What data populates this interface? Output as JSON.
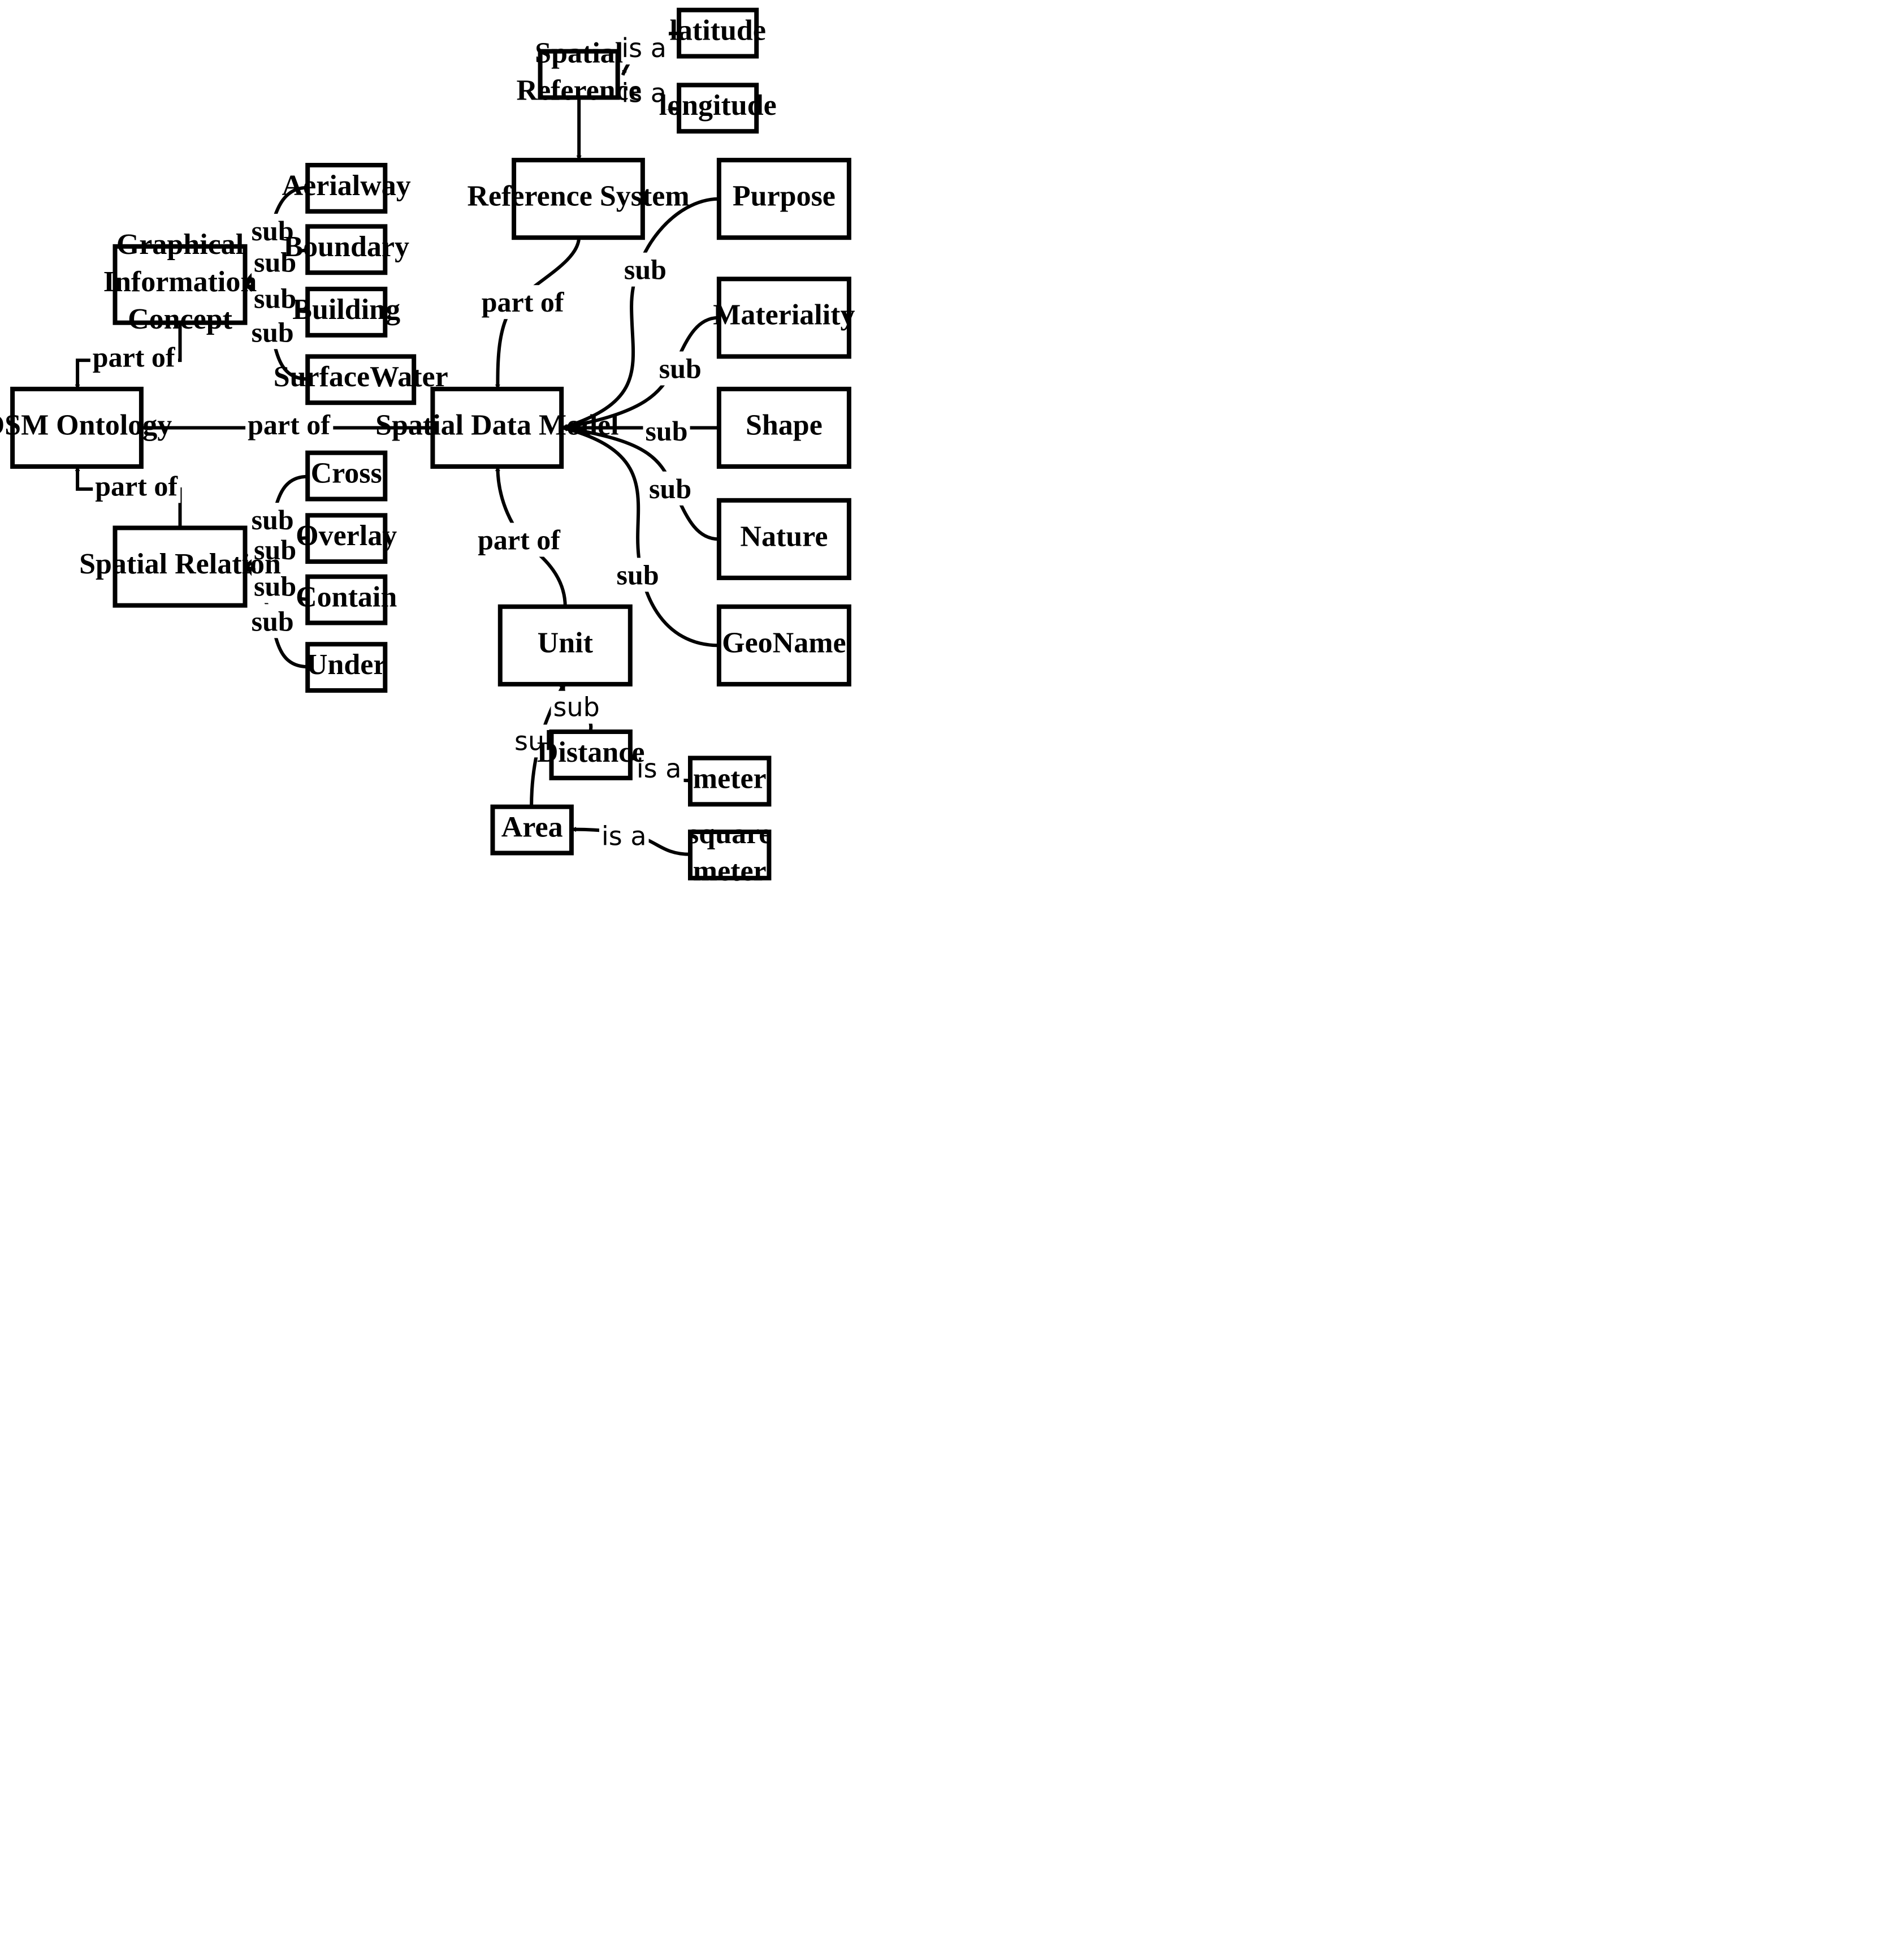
{
  "nodes": {
    "latitude": [
      "latitude"
    ],
    "spatial_reference": [
      "Spatial",
      "Reference"
    ],
    "longitude": [
      "longitude"
    ],
    "reference_system": [
      "Reference System"
    ],
    "purpose": [
      "Purpose"
    ],
    "aerialway": [
      "Aerialway"
    ],
    "boundary": [
      "Boundary"
    ],
    "building": [
      "Building"
    ],
    "surface_water": [
      "SurfaceWater"
    ],
    "graphical_information_concept": [
      "Graphical",
      "Information",
      "Concept"
    ],
    "materiality": [
      "Materiality"
    ],
    "osm_ontology": [
      "OSM Ontology"
    ],
    "spatial_data_model": [
      "Spatial Data Model"
    ],
    "shape": [
      "Shape"
    ],
    "cross": [
      "Cross"
    ],
    "overlay": [
      "Overlay"
    ],
    "contain": [
      "Contain"
    ],
    "under": [
      "Under"
    ],
    "spatial_relation": [
      "Spatial Relation"
    ],
    "nature": [
      "Nature"
    ],
    "unit": [
      "Unit"
    ],
    "geoname": [
      "GeoName"
    ],
    "distance": [
      "Distance"
    ],
    "meter": [
      "meter"
    ],
    "area": [
      "Area"
    ],
    "square_meter": [
      "square",
      "meter"
    ]
  },
  "edges": [
    {
      "from": "latitude",
      "to": "spatial_reference",
      "label": "is a"
    },
    {
      "from": "longitude",
      "to": "spatial_reference",
      "label": "is a"
    },
    {
      "from": "spatial_reference",
      "to": "reference_system",
      "label": ""
    },
    {
      "from": "reference_system",
      "to": "spatial_data_model",
      "label": "part of"
    },
    {
      "from": "aerialway",
      "to": "graphical_information_concept",
      "label": "sub"
    },
    {
      "from": "boundary",
      "to": "graphical_information_concept",
      "label": "sub"
    },
    {
      "from": "building",
      "to": "graphical_information_concept",
      "label": "sub"
    },
    {
      "from": "surface_water",
      "to": "graphical_information_concept",
      "label": "sub"
    },
    {
      "from": "graphical_information_concept",
      "to": "osm_ontology",
      "label": "part of"
    },
    {
      "from": "spatial_data_model",
      "to": "osm_ontology",
      "label": "part of"
    },
    {
      "from": "spatial_relation",
      "to": "osm_ontology",
      "label": "part of"
    },
    {
      "from": "cross",
      "to": "spatial_relation",
      "label": "sub"
    },
    {
      "from": "overlay",
      "to": "spatial_relation",
      "label": "sub"
    },
    {
      "from": "contain",
      "to": "spatial_relation",
      "label": "sub"
    },
    {
      "from": "under",
      "to": "spatial_relation",
      "label": "sub"
    },
    {
      "from": "purpose",
      "to": "spatial_data_model",
      "label": "sub"
    },
    {
      "from": "materiality",
      "to": "spatial_data_model",
      "label": "sub"
    },
    {
      "from": "shape",
      "to": "spatial_data_model",
      "label": "sub"
    },
    {
      "from": "nature",
      "to": "spatial_data_model",
      "label": "sub"
    },
    {
      "from": "geoname",
      "to": "spatial_data_model",
      "label": "sub"
    },
    {
      "from": "unit",
      "to": "spatial_data_model",
      "label": "part of"
    },
    {
      "from": "distance",
      "to": "unit",
      "label": "sub"
    },
    {
      "from": "area",
      "to": "unit",
      "label": "sub"
    },
    {
      "from": "meter",
      "to": "distance",
      "label": "is a"
    },
    {
      "from": "square_meter",
      "to": "area",
      "label": "is a"
    }
  ]
}
